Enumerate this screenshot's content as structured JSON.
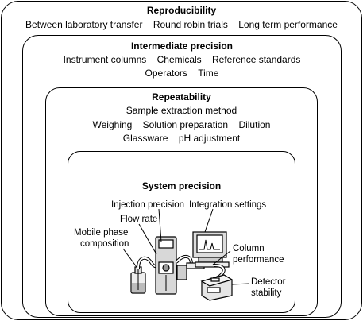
{
  "reproducibility": {
    "title": "Reproducibility",
    "items": [
      "Between laboratory transfer",
      "Round robin trials",
      "Long term performance"
    ]
  },
  "intermediate_precision": {
    "title": "Intermediate precision",
    "row1": [
      "Instrument columns",
      "Chemicals",
      "Reference standards"
    ],
    "row2": [
      "Operators",
      "Time"
    ]
  },
  "repeatability": {
    "title": "Repeatability",
    "row1": [
      "Sample extraction method"
    ],
    "row2": [
      "Weighing",
      "Solution preparation",
      "Dilution"
    ],
    "row3": [
      "Glassware",
      "pH adjustment"
    ]
  },
  "system_precision": {
    "title": "System precision",
    "labels": {
      "injection_precision": "Injection precision",
      "integration_settings": "Integration settings",
      "flow_rate": "Flow rate",
      "mobile_phase_line1": "Mobile phase",
      "mobile_phase_line2": "composition",
      "column_line1": "Column",
      "column_line2": "performance",
      "detector_line1": "Detector",
      "detector_line2": "stability"
    }
  }
}
